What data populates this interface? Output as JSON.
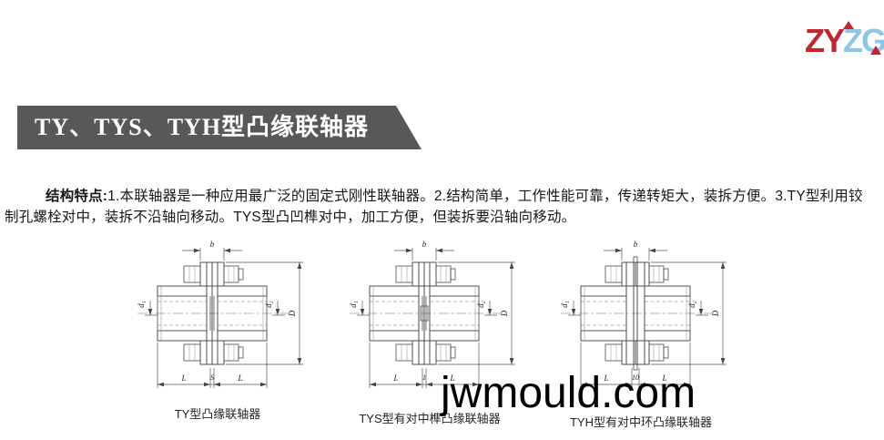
{
  "logo": {
    "zy": "ZY",
    "zg": "ZG",
    "red": "#C4262D",
    "blue": "#8FC6E8"
  },
  "title_banner": {
    "text": "TY、TYS、TYH型凸缘联轴器",
    "bg": "#58585B"
  },
  "intro": {
    "lead": "结构特点:",
    "text": "1.本联轴器是一种应用最广泛的固定式刚性联轴器。2.结构简单，工作性能可靠，传递转矩大，装拆方便。3.TY型利用铰制孔螺栓对中，装拆不沿轴向移动。TYS型凸凹榫对中，加工方便，但装拆要沿轴向移动。"
  },
  "drawings": [
    {
      "variant": "ty",
      "caption": "TY型凸缘联轴器",
      "dims": {
        "b": "b",
        "d1": "d₁",
        "d2": "d₂",
        "D": "D",
        "L1": "L",
        "mid": "S",
        "L2": "L"
      }
    },
    {
      "variant": "tys",
      "caption": "TYS型有对中榫凸缘联轴器",
      "dims": {
        "b": "b",
        "d1": "d₁",
        "d2": "d₂",
        "D": "D",
        "L1": "L",
        "mid": "1",
        "L2": "L"
      }
    },
    {
      "variant": "tyh",
      "caption": "TYH型有对中环凸缘联轴器",
      "dims": {
        "b": "b",
        "d1": "d₁",
        "d2": "d₂",
        "D": "D",
        "L1": "L",
        "mid": "10",
        "L2": "L"
      }
    }
  ],
  "watermark": "jwmould.com"
}
